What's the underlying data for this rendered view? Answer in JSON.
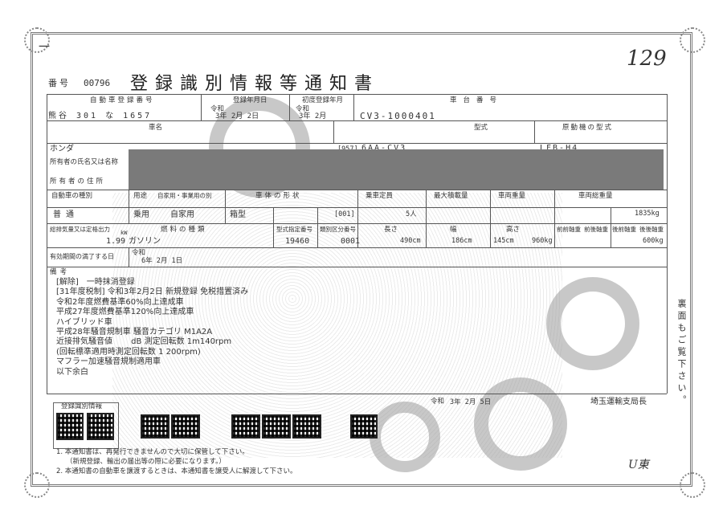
{
  "header": {
    "number_label": "番号",
    "number_value": "00796",
    "title": "登録識別情報等通知書",
    "handwritten_number": "129",
    "top_left_mark": "一"
  },
  "row1": {
    "reg_label": "自動車登録番号",
    "reg_date_label": "登録年月日",
    "first_reg_label": "初度登録年月",
    "chassis_label": "車台番号",
    "reg_number": "熊谷 301 な 1657",
    "era1": "令和",
    "reg_date": "3年 2月 2日",
    "era2": "令和",
    "first_reg": "3年 2月",
    "chassis_number": "CV3-1000401"
  },
  "row2": {
    "car_name_label": "車名",
    "model_label": "型式",
    "engine_label": "原動機の型式",
    "car_name": "ホンダ",
    "model_code": "[957]",
    "model": "6AA-CV3",
    "engine": "LFB-H4"
  },
  "row3": {
    "owner_name_label": "所有者の氏名又は名称",
    "owner_address_label": "所有者の住所"
  },
  "row4": {
    "type_label": "自動車の種別",
    "use_label": "用途",
    "private_label": "自家用・事業用の別",
    "body_label": "車体の形状",
    "capacity_label": "乗車定員",
    "max_load_label": "最大積載量",
    "weight_label": "車両重量",
    "gross_label": "車両総重量",
    "type_value": "普通",
    "use_value": "乗用",
    "private_value": "自家用",
    "body_value": "箱型",
    "body_code": "[001]",
    "capacity_value": "5人",
    "gross_value": "1835kg"
  },
  "row5": {
    "displacement_label": "総排気量又は定格出力",
    "fuel_label": "燃料の種類",
    "designation_label": "型式指定番号",
    "category_label": "類別区分番号",
    "length_label": "長さ",
    "width_label": "幅",
    "height_label": "高さ",
    "front_axle_label": "前前軸重",
    "front_rear_label": "前後軸重",
    "rear_front_label": "後前軸重",
    "rear_axle_label": "後後軸重",
    "displacement_value": "1.99",
    "displacement_unit": "kW",
    "fuel_value": "ガソリン",
    "designation_value": "19460",
    "category_value": "0001",
    "length_value": "490cm",
    "width_value": "186cm",
    "height_value": "145cm",
    "front_axle_value": "960kg",
    "rear_axle_value": "600kg"
  },
  "row6": {
    "expiry_label": "有効期間の満了する日",
    "expiry_era": "令和",
    "expiry_value": "6年 2月 1日"
  },
  "remarks": {
    "label": "備考",
    "lines": [
      "[解除]　一時抹消登録",
      "[31年度税制] 令和3年2月2日 新規登録 免税措置済み",
      "令和2年度燃費基準60%向上達成車",
      "平成27年度燃費基準120%向上達成車",
      "ハイブリッド車",
      "平成28年騒音規制車 騒音カテゴリ M1A2A",
      "近接排気騒音値 　　dB 測定回転数 1m140rpm",
      "(回転標準適用時測定回転数 1 200rpm)",
      "マフラー加速騒音規制適用車",
      "以下余白"
    ]
  },
  "side_note": "裏面もご覧下さい。",
  "issue": {
    "era": "令和",
    "date": "3年 2月 5日",
    "office": "埼玉運輸支局長"
  },
  "qr_section": {
    "label": "登録識別情報"
  },
  "footer": {
    "notes": [
      "1. 本通知書は、再発行できませんので大切に保管して下さい。",
      "（新規登録、輸出の届出等の際に必要になります。）",
      "2. 本通知書の自動車を譲渡するときは、本通知書を譲受人に解渡して下さい。"
    ],
    "handwritten_note": "U東"
  }
}
